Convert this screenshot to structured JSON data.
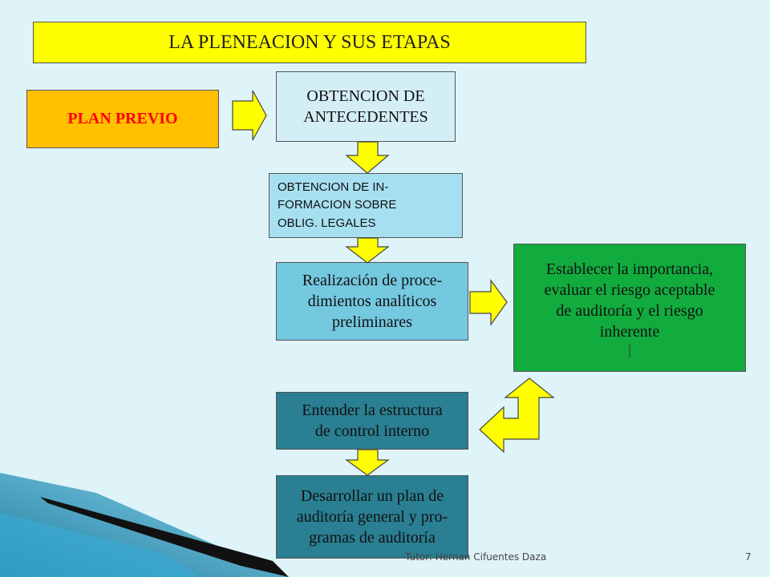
{
  "title": "LA PLENEACION Y SUS ETAPAS",
  "plan_previo": "PLAN PREVIO",
  "steps": {
    "antecedentes": "OBTENCION DE\nANTECEDENTES",
    "obligaciones": "OBTENCION DE IN-\nFORMACION SOBRE\nOBLIG. LEGALES",
    "procedimientos": "Realización de proce-\ndimientos analíticos\npreliminares",
    "importancia": "Establecer la importancia,\nevaluar el riesgo aceptable\nde auditoría y el riesgo\ninherente",
    "control_interno": "Entender la estructura\nde control interno",
    "plan_auditoria": "Desarrollar un plan de\nauditoría general y pro-\ngramas de auditoría"
  },
  "footer": {
    "author": "Tutor: Hernan Cifuentes Daza",
    "page": "7"
  },
  "colors": {
    "background": "#dff4f9",
    "title": "#ffff00",
    "plan_previo": "#ffc000",
    "arrow": "#ffff00",
    "green": "#12ab3e",
    "teal": "#2a7f92"
  }
}
